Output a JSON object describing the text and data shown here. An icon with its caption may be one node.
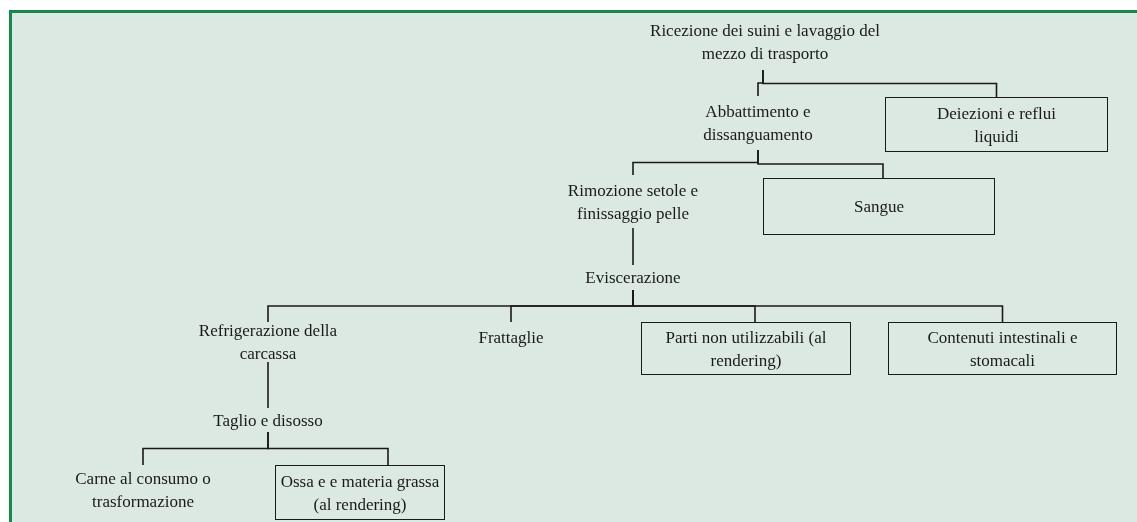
{
  "diagram": {
    "nodes": [
      {
        "text": [
          "Ricezione dei suini e lavaggio del mezzo di trasporto"
        ]
      },
      {
        "text": [
          "Abbattimento e dissanguamento"
        ]
      },
      {
        "text": [
          "Deiezioni e reflui liquidi"
        ]
      },
      {
        "text": [
          "Rimozione setole e finissaggio pelle"
        ]
      },
      {
        "text": [
          "Sangue"
        ]
      },
      {
        "text": [
          "Eviscerazione"
        ]
      },
      {
        "text": [
          "Refrigerazione della carcassa"
        ]
      },
      {
        "text": [
          "Frattaglie"
        ]
      },
      {
        "text": [
          "Parti non utilizzabili (al rendering)"
        ]
      },
      {
        "text": [
          "Contenuti intestinali e stomacali"
        ]
      },
      {
        "text": [
          "Taglio e disosso"
        ]
      },
      {
        "text": [
          "Carne al consumo o trasformazione"
        ]
      },
      {
        "text": [
          "Ossa e e materia grassa (al rendering)"
        ]
      }
    ],
    "edges": [
      {
        "from": 0,
        "to": 1,
        "arrow": "none"
      },
      {
        "from": 0,
        "to": 2,
        "arrow": "none"
      },
      {
        "from": 1,
        "to": 3,
        "arrow": "none"
      },
      {
        "from": 1,
        "to": 4,
        "arrow": "none"
      },
      {
        "from": 3,
        "to": 5,
        "arrow": "none"
      },
      {
        "from": 5,
        "to": 6,
        "arrow": "none"
      },
      {
        "from": 5,
        "to": 7,
        "arrow": "none"
      },
      {
        "from": 5,
        "to": 8,
        "arrow": "none"
      },
      {
        "from": 5,
        "to": 9,
        "arrow": "none"
      },
      {
        "from": 6,
        "to": 10,
        "arrow": "none"
      },
      {
        "from": 10,
        "to": 11,
        "arrow": "none"
      },
      {
        "from": 10,
        "to": 12,
        "arrow": "none"
      }
    ]
  }
}
